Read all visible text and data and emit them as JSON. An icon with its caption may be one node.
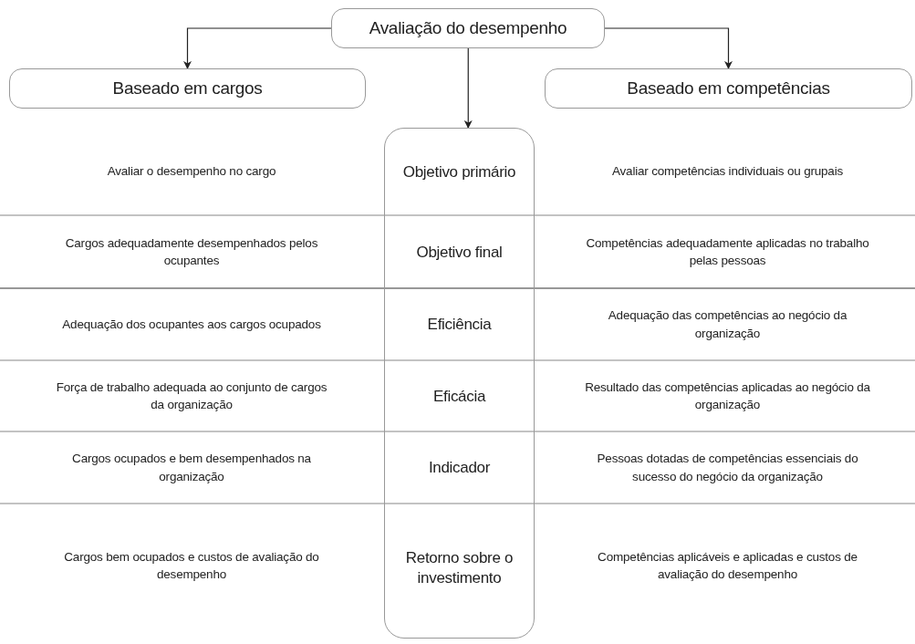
{
  "diagram": {
    "nodes": [
      {
        "text": [
          "Avaliação do desempenho"
        ]
      },
      {
        "text": [
          "Baseado em cargos"
        ]
      },
      {
        "text": [
          "Baseado em competências"
        ]
      },
      {
        "text": [
          "Objetivo primário",
          "Objetivo final",
          "Eficiência",
          "Eficácia",
          "Indicador",
          "Retorno sobre o investimento"
        ]
      }
    ],
    "edges": [
      {
        "from": 0,
        "to": 1,
        "arrow": "to"
      },
      {
        "from": 0,
        "to": 2,
        "arrow": "to"
      },
      {
        "from": 0,
        "to": 3,
        "arrow": "to"
      }
    ],
    "labels": [
      "Avaliar o desempenho no cargo",
      "Avaliar competências individuais ou grupais",
      "Cargos adequadamente desempenhados pelos ocupantes",
      "Competências adequadamente aplicadas no trabalho pelas pessoas",
      "Adequação dos ocupantes aos cargos ocupados",
      "Adequação das competências ao negócio da organização",
      "Força de trabalho adequada ao conjunto de cargos da organização",
      "Resultado das competências aplicadas ao negócio da organização",
      "Cargos ocupados e bem desempenhados na organização",
      "Pessoas dotadas de competências essenciais do sucesso do negócio da organização",
      "Cargos bem ocupados e custos de avaliação do desempenho",
      "Competências aplicáveis e aplicadas e custos de avaliação do desempenho"
    ]
  }
}
